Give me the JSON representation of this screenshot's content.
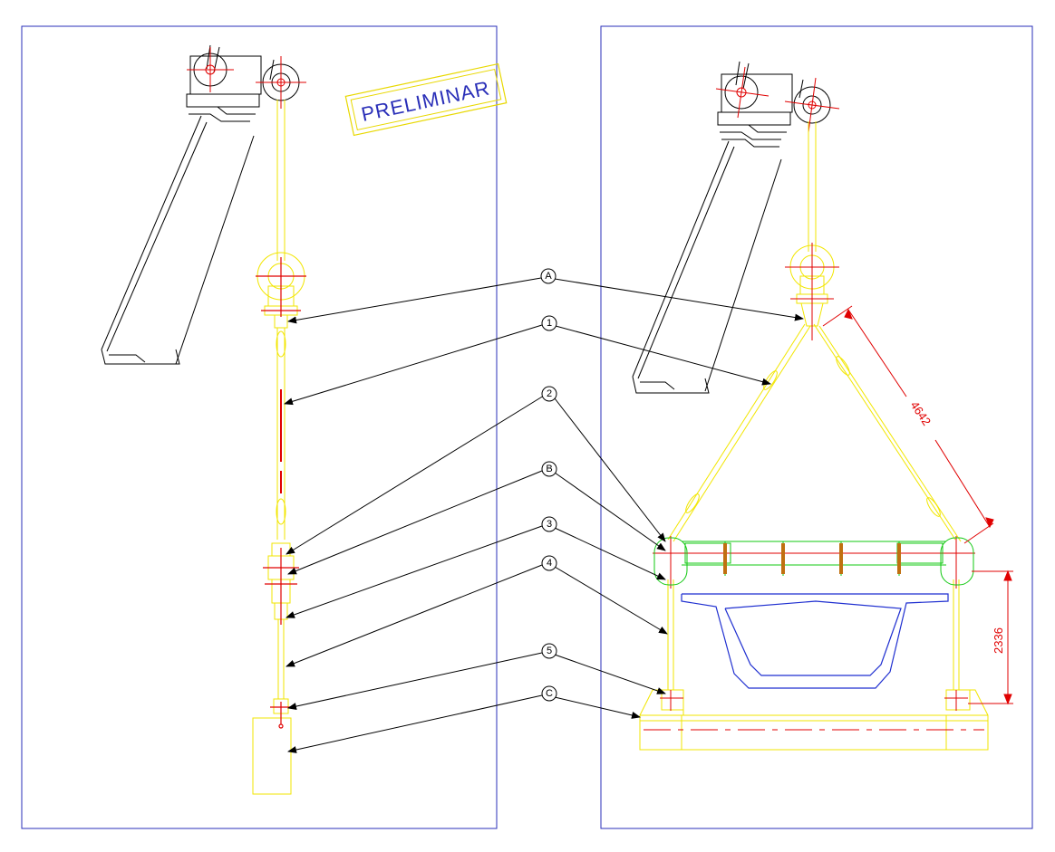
{
  "stamp": {
    "text": "PRELIMINAR"
  },
  "callouts": [
    {
      "id": "A",
      "label": "A"
    },
    {
      "id": "1",
      "label": "1"
    },
    {
      "id": "2",
      "label": "2"
    },
    {
      "id": "B",
      "label": "B"
    },
    {
      "id": "3",
      "label": "3"
    },
    {
      "id": "4",
      "label": "4"
    },
    {
      "id": "5",
      "label": "5"
    },
    {
      "id": "C",
      "label": "C"
    }
  ],
  "dimensions": {
    "sling_length": "4642",
    "height": "2336"
  },
  "colors": {
    "frame": "#2a2fb8",
    "rigging": "#f2e600",
    "beam": "#1f2fd0",
    "spreader": "#11c811",
    "centerline": "#e00000",
    "crane": "#000000"
  }
}
